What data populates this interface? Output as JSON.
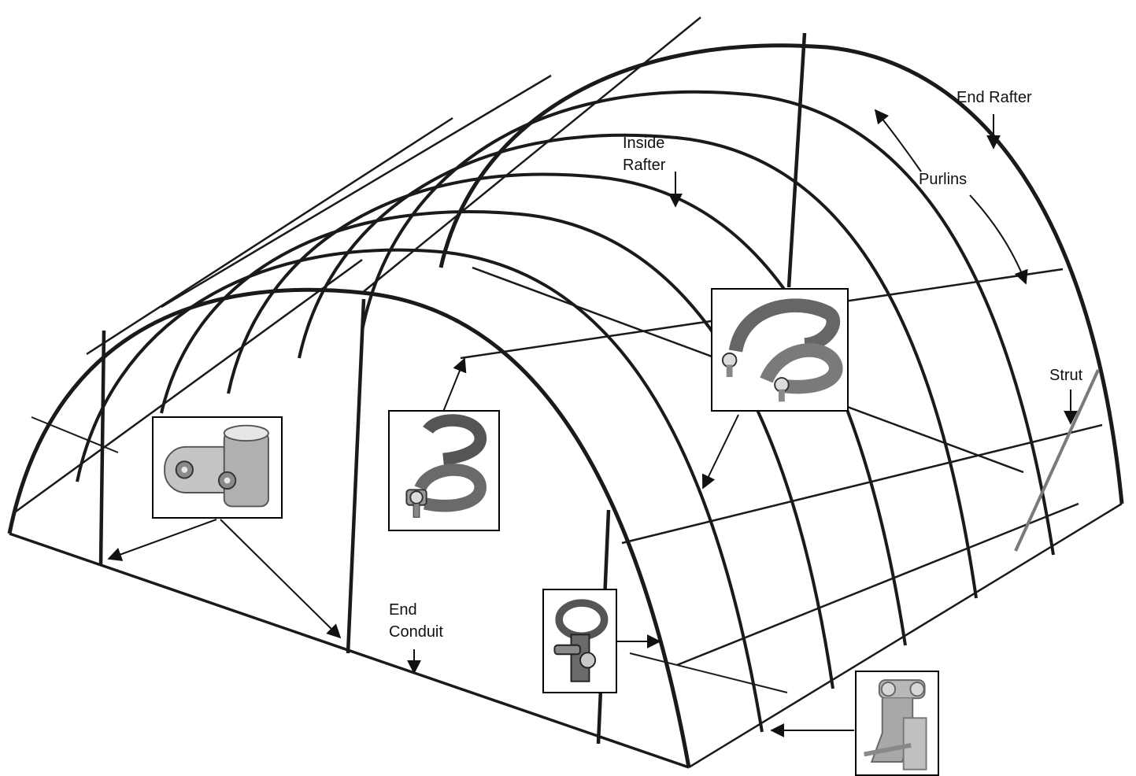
{
  "labels": {
    "end_rafter": "End Rafter",
    "inside_rafter_line1": "Inside",
    "inside_rafter_line2": "Rafter",
    "purlins": "Purlins",
    "strut": "Strut",
    "end_conduit_line1": "End",
    "end_conduit_line2": "Conduit"
  },
  "colors": {
    "frame": "#1a1a1a",
    "frame_light": "#6b6b6b",
    "fitting_fill": "#b8b8b8",
    "fitting_dark": "#5a5a5a",
    "text": "#111111"
  },
  "insets": [
    {
      "name": "kee-clamp-tee-fitting-inset",
      "icon": "tee-fitting-icon"
    },
    {
      "name": "purlin-clamp-inset",
      "icon": "purlin-clamp-icon"
    },
    {
      "name": "cross-clamp-inset",
      "icon": "cross-clamp-icon"
    },
    {
      "name": "conduit-clamp-inset",
      "icon": "conduit-clamp-icon"
    },
    {
      "name": "base-bracket-inset",
      "icon": "base-bracket-icon"
    }
  ]
}
